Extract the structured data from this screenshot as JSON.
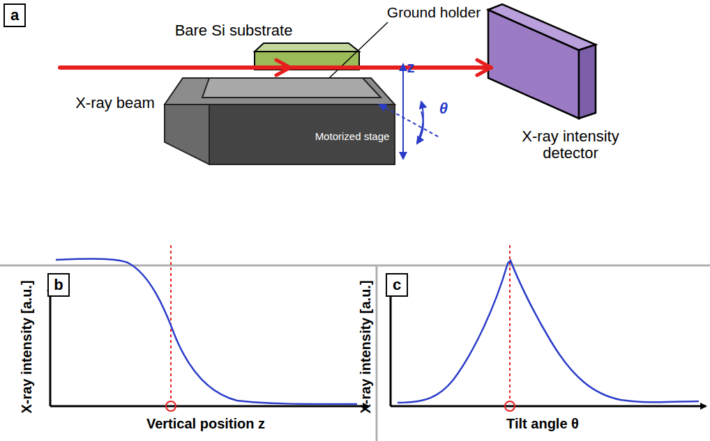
{
  "diagram": {
    "nodes": [
      {
        "text": [
          "a"
        ]
      },
      {
        "text": [
          "b"
        ]
      },
      {
        "text": [
          "c"
        ]
      }
    ],
    "labels": [
      "Bare Si substrate",
      "Ground holder",
      "X-ray beam",
      "Motorized stage",
      "z",
      "θ",
      "X-ray intensity detector",
      "X-ray intensity [a.u.]",
      "Vertical position z",
      "X-ray intensity [a.u.]",
      "Tilt angle θ"
    ]
  }
}
